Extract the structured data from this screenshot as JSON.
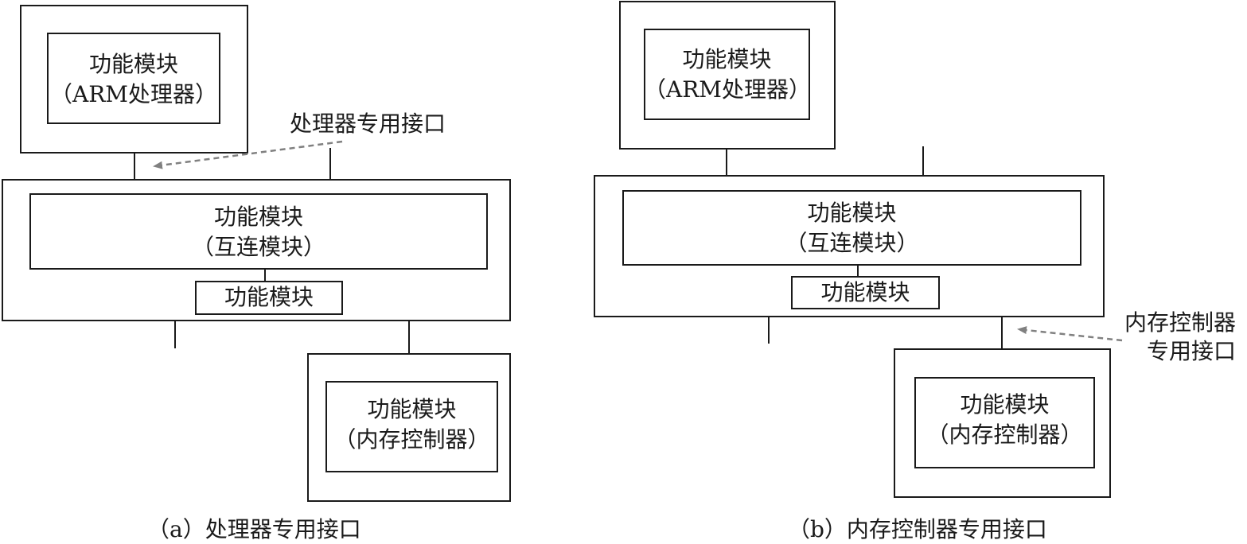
{
  "diagram_a": {
    "arm_module": {
      "line1": "功能模块",
      "line2": "（ARM处理器）"
    },
    "interconnect_module": {
      "line1": "功能模块",
      "line2": "（互连模块）"
    },
    "sub_module": {
      "line1": "功能模块"
    },
    "memory_module": {
      "line1": "功能模块",
      "line2": "（内存控制器）"
    },
    "annotation": {
      "line1": "处理器专用接口"
    },
    "caption": "（a）处理器专用接口"
  },
  "diagram_b": {
    "arm_module": {
      "line1": "功能模块",
      "line2": "（ARM处理器）"
    },
    "interconnect_module": {
      "line1": "功能模块",
      "line2": "（互连模块）"
    },
    "sub_module": {
      "line1": "功能模块"
    },
    "memory_module": {
      "line1": "功能模块",
      "line2": "（内存控制器）"
    },
    "annotation": {
      "line1": "内存控制器",
      "line2": "专用接口"
    },
    "caption": "（b）内存控制器专用接口"
  },
  "colors": {
    "stroke": "#1a1a1a",
    "arrow": "#808080"
  }
}
